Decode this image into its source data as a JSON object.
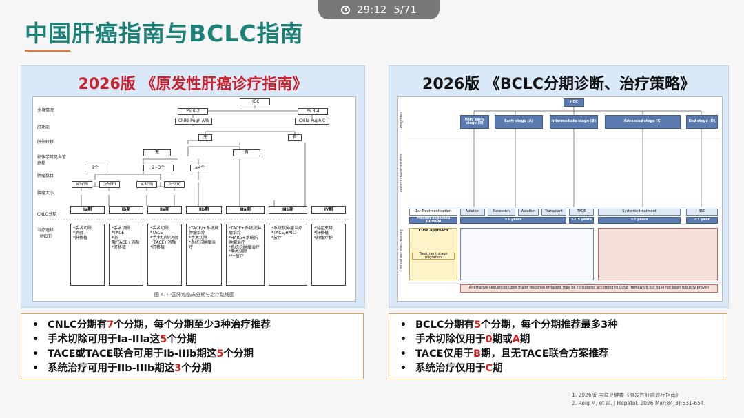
{
  "player": {
    "time": "29:12",
    "page": "5/71"
  },
  "title": "中国肝癌指南与BCLC指南",
  "left_panel": {
    "heading": "2026版 《原发性肝癌诊疗指南》",
    "caption": "图 4. 中国肝癌临床分期与治疗路线图",
    "row_labels": [
      "全身情况",
      "肝功能",
      "肝外转移",
      "影像学可见血管癌栓",
      "肿瘤数目",
      "肿瘤大小",
      "CNLC分期",
      "治疗选择（MDT）"
    ],
    "nodes": {
      "hcc": "HCC",
      "ps02": "PS 0-2",
      "ps34": "PS 3-4",
      "cpab": "Child-Pugh A/B",
      "cpc": "Child-Pugh C",
      "no1": "无",
      "yes1": "有",
      "no2": "无",
      "yes2": "有",
      "n1": "1个",
      "n23": "2~3个",
      "n4": "≥4个",
      "s1": "≤5cm",
      "s2": "＞5cm",
      "s3": "≤3cm",
      "s4": "＞3cm"
    },
    "stages": [
      "Ⅰa期",
      "Ⅰb期",
      "Ⅱa期",
      "Ⅱb期",
      "Ⅲa期",
      "Ⅲb期",
      "Ⅳ期"
    ],
    "treatments": [
      "*手术切除\n*消融\n*肝移植",
      "*手术切除\n*TACE\n*消融/TACE+消融\n*肝移植",
      "*手术切除\n*TACE\n*手术切除/消融+TACE+消融\n*肝移植",
      "*TACE/+系统抗肿瘤治疗\n*手术切除\n*系统抗肿瘤治疗",
      "*TACE+系统抗肿瘤治疗\n*HAIC/+系统抗肿瘤治疗\n*系统抗肿瘤治疗\n*手术切除\n*/+放疗",
      "*系统抗肿瘤治疗\n*TACE/HAIC\n*放疗",
      "*对症支持\n*肝移植\n*舒缓疗护"
    ]
  },
  "right_panel": {
    "heading": "2026版 《BCLC分期诊断、治疗策略》",
    "side_labels": [
      "Prognosis",
      "Patient characteristics",
      "Clinical decision-making"
    ],
    "hcc": "HCC",
    "stage_heads": [
      "Very early stage (0)",
      "Early stage (A)",
      "Intermediate stage (B)",
      "Advanced stage (C)",
      "End stage (D)"
    ],
    "first_treatment_label": "1st Treatment option",
    "treatments": [
      "Ablation",
      "Resection",
      "Ablation",
      "Transplant",
      "TACE",
      "Systemic treatment",
      "BSC"
    ],
    "survival_label": "Median expected survival",
    "survivals": [
      ">5 years",
      ">2.5 years",
      ">2 years",
      "<1 year"
    ],
    "cuse": "CUSE approach",
    "treatment_stage_migration": "Treatment stage migration",
    "footer": "Alternative sequences upon major response or failure may be considered according to CUSE framework but have not been robustly proven"
  },
  "left_bullets": [
    {
      "a": "CNLC分期有",
      "n": "7",
      "b": "个分期，每个分期至少3种治疗推荐"
    },
    {
      "a": "手术切除可用于Ia-IIIa这",
      "n": "5",
      "b": "个分期"
    },
    {
      "a": "TACE或TACE联合可用于Ib-IIIb期这",
      "n": "5",
      "b": "个分期"
    },
    {
      "a": "系统治疗可用于IIb-IIIb期这",
      "n": "3",
      "b": "个分期"
    }
  ],
  "right_bullets": [
    {
      "a": "BCLC分期有",
      "n": "5",
      "b": "个分期，每个分期推荐最多3种"
    },
    {
      "a": "手术切除仅用于",
      "n": "0",
      "b": "期或",
      "n2": "A",
      "c": "期"
    },
    {
      "a": "TACE仅用于",
      "n": "B",
      "b": "期，且无TACE联合方案推荐"
    },
    {
      "a": "系统治疗仅用于",
      "n": "C",
      "b": "期"
    }
  ],
  "references": [
    "1. 2026版 国家卫健委《原发性肝癌诊疗指南》",
    "2. Reig M, et al. J Hepatol. 2026 Mar;84(3):631-654."
  ],
  "colors": {
    "title": "#1e8178",
    "accent": "#e07a3c",
    "highlight": "#d4201f",
    "panel_bg": "#d9e9f7"
  }
}
